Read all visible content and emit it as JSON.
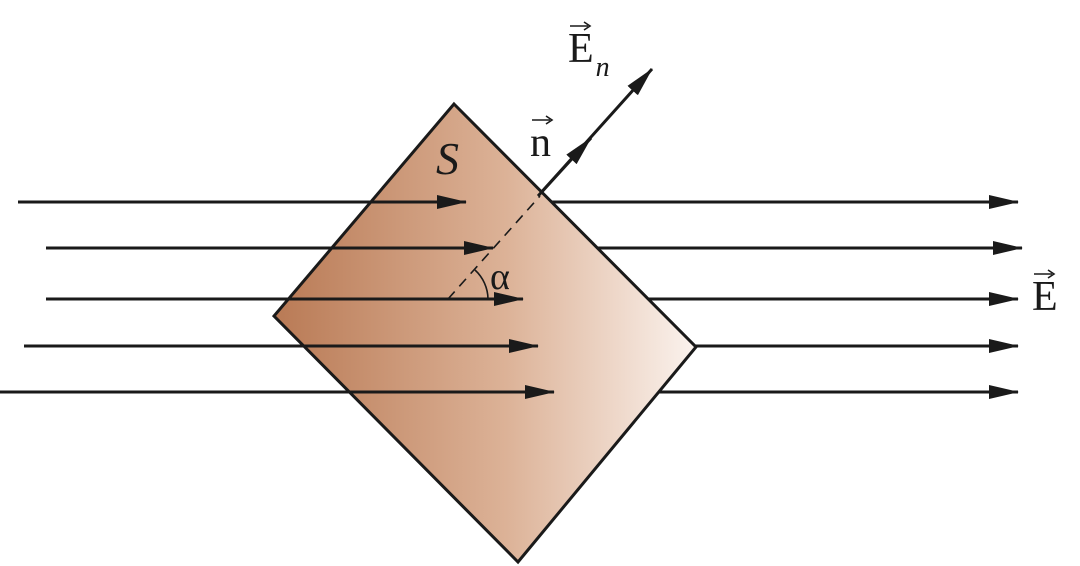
{
  "diagram": {
    "surface_label": "S",
    "normal_label": "n",
    "field_label": "E",
    "normal_component_label": "E",
    "normal_component_subscript": "n",
    "angle_label": "α"
  },
  "colors": {
    "surface_dark": "#b97a55",
    "surface_mid": "#d8ab8e",
    "surface_light": "#fbf3ee",
    "line": "#1a1a1a"
  }
}
